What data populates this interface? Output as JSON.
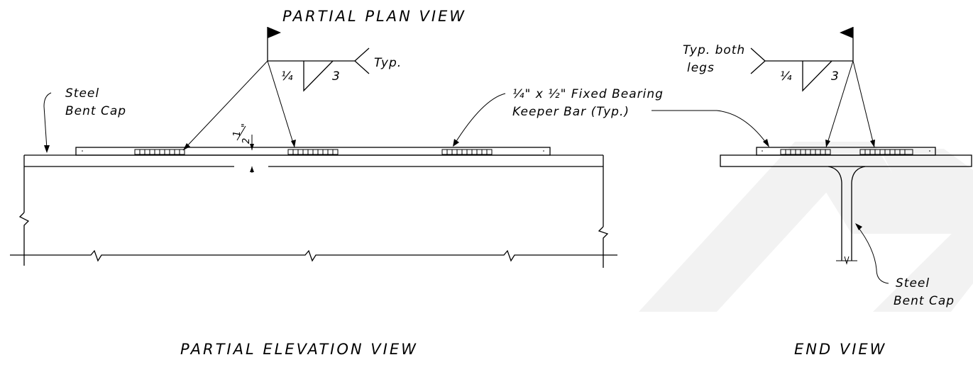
{
  "titles": {
    "plan": "PARTIAL PLAN VIEW",
    "elevation": "PARTIAL ELEVATION VIEW",
    "end": "END VIEW"
  },
  "elevation": {
    "cap_label_1": "Steel",
    "cap_label_2": "Bent Cap",
    "weld_size": "¼",
    "weld_length": "3",
    "weld_note": "Typ.",
    "dim_numerator": "1",
    "dim_denominator": "2",
    "dim_inch": "\"",
    "keeper_bar_1": "¼\" x ½\" Fixed Bearing",
    "keeper_bar_2": "Keeper Bar (Typ.)"
  },
  "end_view": {
    "weld_note_1": "Typ. both",
    "weld_note_2": "legs",
    "weld_size": "¼",
    "weld_length": "3",
    "cap_label_1": "Steel",
    "cap_label_2": "Bent Cap"
  },
  "watermark_color": "#f2f2f2"
}
